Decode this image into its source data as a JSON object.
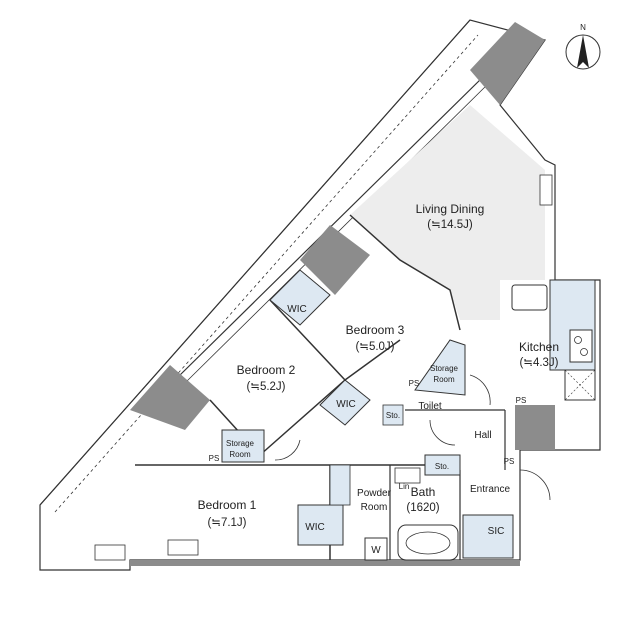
{
  "compass": {
    "label": "N"
  },
  "rooms": {
    "living_dining": {
      "name": "Living Dining",
      "area": "(≒14.5J)"
    },
    "kitchen": {
      "name": "Kitchen",
      "area": "(≒4.3J)"
    },
    "bedroom1": {
      "name": "Bedroom 1",
      "area": "(≒7.1J)"
    },
    "bedroom2": {
      "name": "Bedroom 2",
      "area": "(≒5.2J)"
    },
    "bedroom3": {
      "name": "Bedroom 3",
      "area": "(≒5.0J)"
    },
    "bath": {
      "name": "Bath",
      "size": "(1620)"
    },
    "powder": {
      "line1": "Powder",
      "line2": "Room"
    }
  },
  "labels": {
    "wic": "WIC",
    "storage_room_line1": "Storage",
    "storage_room_line2": "Room",
    "toilet": "Toilet",
    "hall": "Hall",
    "entrance": "Entrance",
    "sic": "SIC",
    "sto": "Sto.",
    "ps": "PS",
    "lin": "Lin",
    "washer": "W"
  },
  "colors": {
    "wall": "#8c8c8c",
    "line": "#333333",
    "storage_fill": "#dde8f2",
    "living_shade": "#ededed",
    "room_fill": "#ffffff"
  }
}
